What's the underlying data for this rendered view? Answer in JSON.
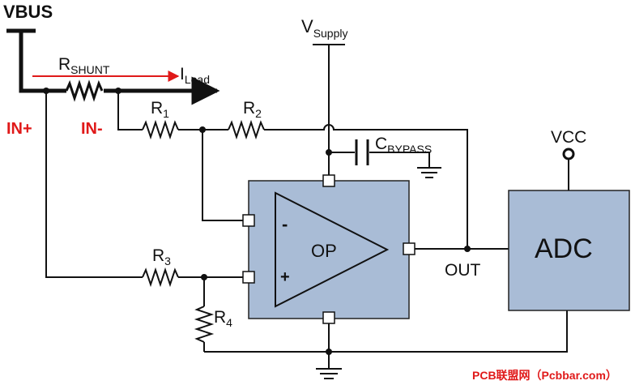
{
  "labels": {
    "vbus": "VBUS",
    "r_shunt": "R",
    "r_shunt_sub": "SHUNT",
    "i_load": "I",
    "i_load_sub": "Load",
    "in_plus": "IN+",
    "in_minus": "IN-",
    "r1": "R",
    "r1_sub": "1",
    "r2": "R",
    "r2_sub": "2",
    "r3": "R",
    "r3_sub": "3",
    "r4": "R",
    "r4_sub": "4",
    "v_supply": "V",
    "v_supply_sub": "Supply",
    "c_bypass": "C",
    "c_bypass_sub": "BYPASS",
    "op": "OP",
    "op_minus": "-",
    "op_plus": "+",
    "out": "OUT",
    "adc": "ADC",
    "vcc": "VCC",
    "watermark": "PCB联盟网（Pcbbar.com）"
  },
  "colors": {
    "wire": "#111111",
    "block_fill": "#a9bcd6",
    "block_stroke": "#222222",
    "accent_red": "#e01919",
    "watermark": "#e01919"
  }
}
